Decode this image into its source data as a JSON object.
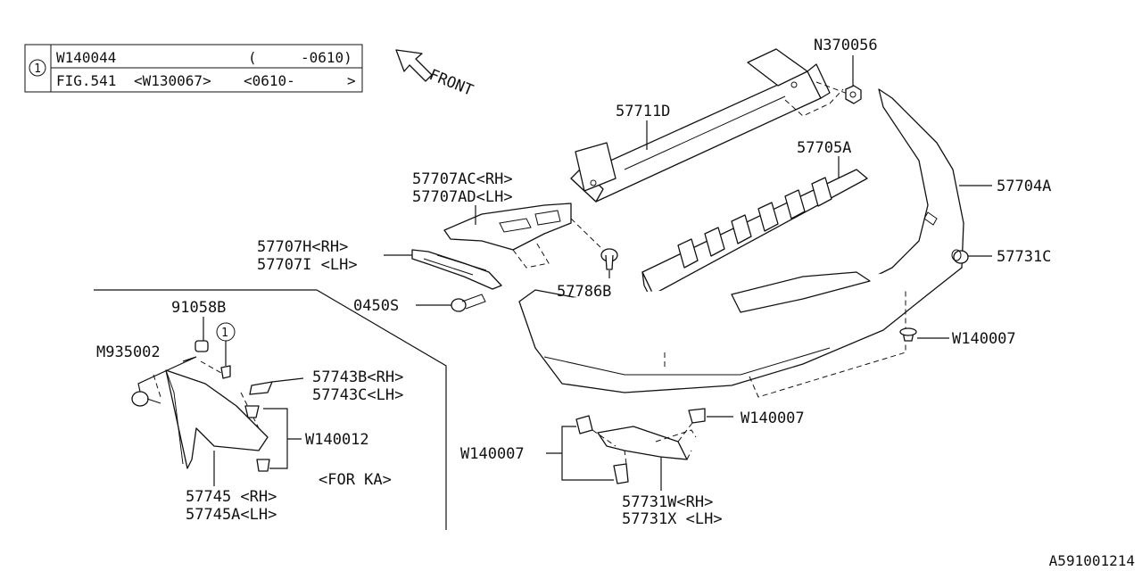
{
  "legend": {
    "marker": "1",
    "row1": {
      "code": "W140044",
      "range_open": "(",
      "range": "-0610)"
    },
    "row2": {
      "fig": "FIG.541",
      "ref": "<W130067>",
      "range": "<0610-",
      "range_close": ">"
    }
  },
  "front_label": "FRONT",
  "callouts": {
    "p57711D": "57711D",
    "pN370056": "N370056",
    "p57705A": "57705A",
    "p57704A": "57704A",
    "p57707AC": "57707AC<RH>",
    "p57707AD": "57707AD<LH>",
    "p57707H": "57707H<RH>",
    "p57707I": "57707I <LH>",
    "p57786B": "57786B",
    "p57731C": "57731C",
    "p0450S": "0450S",
    "p91058B": "91058B",
    "pM935002": "M935002",
    "marker2": "1",
    "p57743B": "57743B<RH>",
    "p57743C": "57743C<LH>",
    "pW140012": "W140012",
    "pForKA": "<FOR KA>",
    "p57745": "57745  <RH>",
    "p57745A": "57745A<LH>",
    "pW140007a": "W140007",
    "pW140007b": "W140007",
    "pW140007c": "W140007",
    "p57731W": "57731W<RH>",
    "p57731X": "57731X <LH>"
  },
  "diagram_id": "A591001214"
}
